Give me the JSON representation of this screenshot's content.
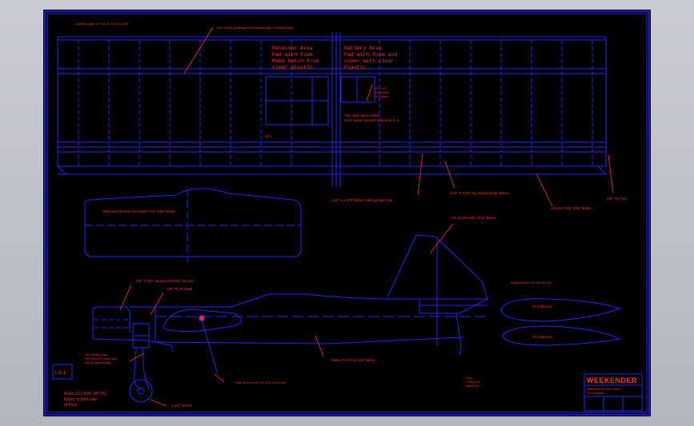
{
  "colors": {
    "background": "#000000",
    "lines": "#1f1fff",
    "text": "#ff2a2a",
    "viewport": "#c0c4cc"
  },
  "notes": {
    "top_left": "Leading edge 1/4\" sq. & 3/16 sq. spar",
    "top_center": "1/16\" sheet planking from leading edge to trailing edge",
    "receiver": [
      "Receiver Area",
      "Pad with foam",
      "Make hatch from",
      "clear plastic"
    ],
    "battery": [
      "Battery Area",
      "Pad with foam and",
      "cover with clear",
      "Plastic"
    ],
    "center_small": [
      "1/4\" x 1/4\"",
      "Servo Area",
      "3/16 Balsa"
    ],
    "tips": "Tips 3/16 cap to sheet",
    "tips2": "3/16\" balsa cap and bottom to R-2",
    "r1": "R-1",
    "wing_bottom_1": "1/16\" x 1 1/8\" Balsa Trailing Edge Cap",
    "wing_bottom_2": "3/16\" X 3/16\" Sq. trailing Edge Balsa",
    "wing_bottom_3": "Ailerons from 3/16\" Balsa",
    "wing_bottom_4": "1/8\" Ply Tips",
    "stab": "Stab and Elevator are made from 3/16\" Balsa",
    "fin": "Fin and Rudder 3/16\" Balsa",
    "motor": "3/8\" X 1/2\" Hardwood Motor Mounts",
    "firewall": "1/8\" Ply Firewall",
    "ribs_label": "Wing ribs are full size shown",
    "rib_a": "R-2 ailerons",
    "rib_b": "R-1 ailerons",
    "fuse": "Make Fuse from 1/8\" Balsa",
    "gear_notes": [
      "Wire landing gear",
      "bent from 3/32 music wire",
      "bolt through fuselage"
    ],
    "wheel": "2 1/2\" Wheel",
    "pushrod": "Make all pushrods from 1/16\" music wire",
    "lg_box": "LG 1",
    "lg_notes": [
      "Make LG1 from 1/8\" Ply",
      "Epoxy to both side",
      "of Fuse"
    ],
    "center_bottom": [
      "Mojo",
      "Tubing to fit",
      "Balsa Fuel"
    ],
    "title": "WEEKENDER",
    "title_sub": [
      "Weekender by John Moore",
      "Sport airplane"
    ]
  }
}
